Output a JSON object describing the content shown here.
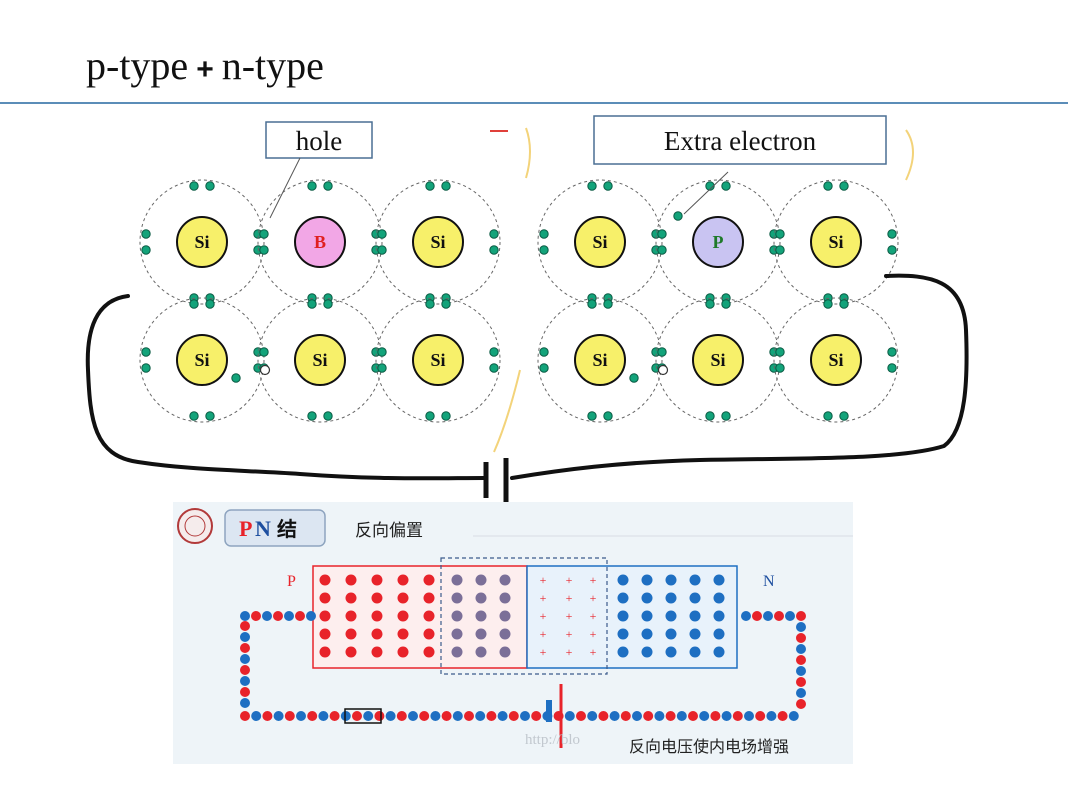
{
  "header": {
    "title_left": "p-type",
    "title_plus": "+",
    "title_right": "n-type"
  },
  "lattice": {
    "hole_label": "hole",
    "extra_electron_label": "Extra electron",
    "p_side_atoms": [
      "Si",
      "B",
      "Si",
      "Si",
      "Si",
      "Si"
    ],
    "n_side_atoms": [
      "Si",
      "P",
      "Si",
      "Si",
      "Si",
      "Si"
    ],
    "colors": {
      "silicon": "#f7f06a",
      "boron": "#f2a7e6",
      "phosphorus": "#c9c4f2",
      "boron_label": "#e02020",
      "phosphorus_label": "#1f7a2a",
      "valence_electron": "#13a37a"
    }
  },
  "inset": {
    "badge_p": "P",
    "badge_n": "N",
    "badge_cn": "结",
    "heading": "反向偏置",
    "p_label": "P",
    "n_label": "N",
    "caption": "反向电压使内电场增强",
    "watermark": "http://blo",
    "colors": {
      "hole_red": "#e8232a",
      "electron_blue": "#1e6fc2",
      "depleted": "#7b6f98",
      "plus_sign": "#e8232a",
      "background": "#eef4f8"
    }
  }
}
